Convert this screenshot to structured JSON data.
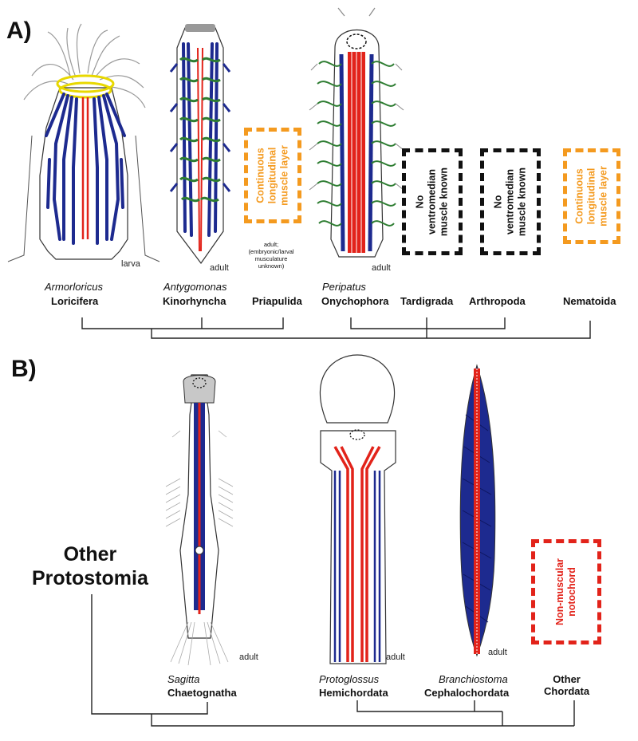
{
  "panels": {
    "a": "A)",
    "b": "B)"
  },
  "panel_a": {
    "loricifera": {
      "species": "Armorloricus",
      "taxon": "Loricifera",
      "stage": "larva"
    },
    "kinorhyncha": {
      "species": "Antygomonas",
      "taxon": "Kinorhyncha",
      "stage": "adult"
    },
    "priapulida": {
      "taxon": "Priapulida",
      "box_line1": "Continuous",
      "box_line2": "longitudinal",
      "box_line3": "muscle layer",
      "note_line1": "adult;",
      "note_line2": "(embryonic/larval",
      "note_line3": "musculature",
      "note_line4": "unknown)"
    },
    "onychophora": {
      "species": "Peripatus",
      "taxon": "Onychophora",
      "stage": "adult"
    },
    "tardigrada": {
      "taxon": "Tardigrada",
      "box_line1": "No",
      "box_line2": "ventromedian",
      "box_line3": "muscle known"
    },
    "arthropoda": {
      "taxon": "Arthropoda",
      "box_line1": "No",
      "box_line2": "ventromedian",
      "box_line3": "muscle known"
    },
    "nematoida": {
      "taxon": "Nematoida",
      "box_line1": "Continuous",
      "box_line2": "longitudinal",
      "box_line3": "muscle layer"
    }
  },
  "panel_b": {
    "other_protostomia_line1": "Other",
    "other_protostomia_line2": "Protostomia",
    "chaetognatha": {
      "species": "Sagitta",
      "taxon": "Chaetognatha",
      "stage": "adult"
    },
    "hemichordata": {
      "species": "Protoglossus",
      "taxon": "Hemichordata",
      "stage": "adult"
    },
    "cephalochordata": {
      "species": "Branchiostoma",
      "taxon": "Cephalochordata",
      "stage": "adult"
    },
    "other_chordata": {
      "line1": "Other",
      "line2": "Chordata",
      "box_line1": "Non-muscular",
      "box_line2": "notochord"
    }
  },
  "colors": {
    "longitudinal_muscle": "#1d2a8f",
    "ventromedian_muscle": "#e2231a",
    "circular_muscle": "#2e7d32",
    "ring_muscle": "#e8d800",
    "box_orange": "#f49a1f",
    "box_red": "#e2231a",
    "box_black": "#111111"
  }
}
